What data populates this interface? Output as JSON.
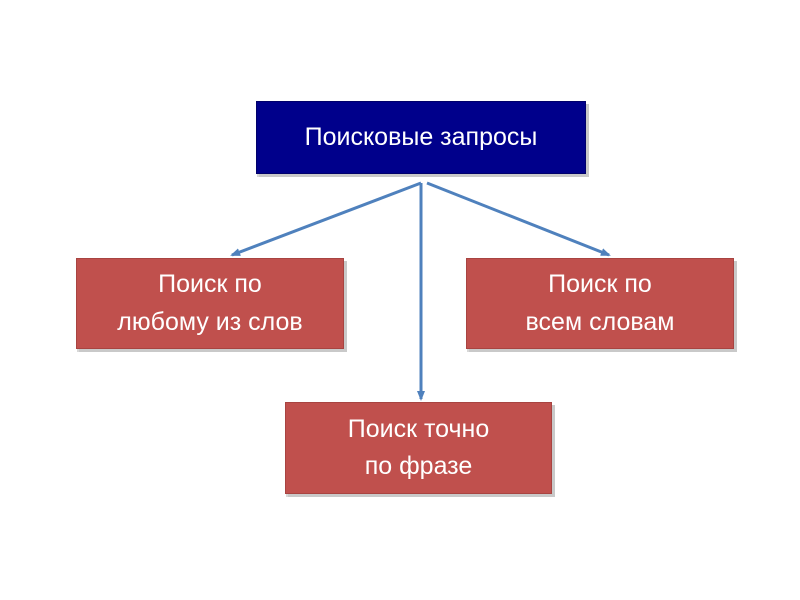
{
  "diagram": {
    "root": {
      "label": "Поисковые запросы",
      "fill": "#00008b"
    },
    "children": [
      {
        "id": "any-word",
        "label": "Поиск по\nлюбому из слов",
        "fill": "#c0504d"
      },
      {
        "id": "all-words",
        "label": "Поиск по\nвсем словам",
        "fill": "#c0504d"
      },
      {
        "id": "exact-phrase",
        "label": "Поиск точно\nпо фразе",
        "fill": "#c0504d"
      }
    ],
    "connector_color": "#4f81bd",
    "edges": [
      {
        "from": "root",
        "to": "any-word"
      },
      {
        "from": "root",
        "to": "all-words"
      },
      {
        "from": "root",
        "to": "exact-phrase"
      }
    ]
  }
}
